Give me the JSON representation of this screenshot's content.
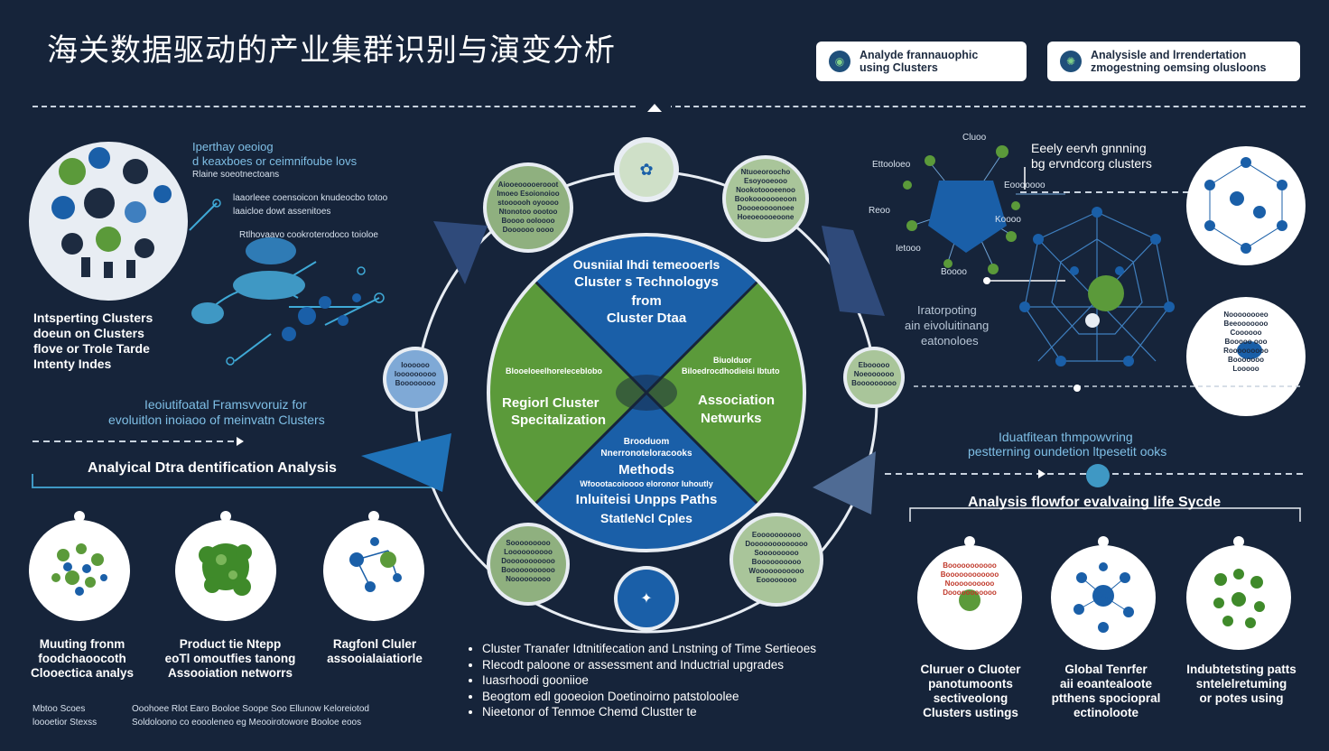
{
  "title": "海关数据驱动的产业集群识别与演变分析",
  "header_pills": [
    {
      "icon": "cluster-icon",
      "text": "Analyde frannauophic\nusing Clusters"
    },
    {
      "icon": "globe-icon",
      "text": "Analysisle and lrrendertation\nzmogestning oemsing olusloons"
    }
  ],
  "left": {
    "top_desc_1": "Iperthay oeoiog",
    "top_desc_2": "d  keaxboes or ceimnifoube lovs",
    "top_desc_3": "Rlaine soeotnectoans",
    "net_labels": [
      "laaorleee coensoicon knudeocbo totoo",
      "laaicloe dowt assenitoes",
      "Rtlhovaavo cookroterodoco toioloe"
    ],
    "interp_1": "Intsperting Clusters",
    "interp_2": "doeun on Clusters",
    "interp_3": "flove or Trole Tarde",
    "interp_4": "Intenty Indes",
    "framework_1": "Ieoiutifoatal Framsvvoruiz for",
    "framework_2": "evoluitlon inoiaoo of meinvatn Clusters",
    "section_title": "Analyical Dtra dentification Analysis",
    "captions": [
      "Muuting fronm\nfoodchaoocoth\nClooectica analys",
      "Product tie Ntepp\neoTl omoutfies tanong\nAssooiation networrs",
      "Ragfonl Cluler\nassooialaiatiorle"
    ],
    "footer_a_1": "Mbtoo Scoes",
    "footer_a_2": "loooetior Stexss",
    "footer_b_1": "Ooohoee Rlot Earo  Booloe Soope Soo  Ellunow Keloreiotod",
    "footer_b_2": "Soldoloono co eoooleneo eg Meooirotowore Booloe eoos"
  },
  "center": {
    "top_title": "Ousniial Ihdi temeooerls",
    "top_1": "Cluster s Technologys",
    "top_2": "from",
    "top_3": "Cluster Dtaa",
    "left_small": "Blooeloeelhoreleceblobo",
    "left_1": "Regiorl Cluster",
    "left_2": "Specitalization",
    "right_small": "Biuolduor",
    "right_small_2": "Biloedrocdhodieisi Ibtuto",
    "right_1": "Association",
    "right_2": "Netwurks",
    "bottom_small_1": "Brooduom",
    "bottom_small_2": "Nnerronoteloracooks",
    "bottom_1": "Methods",
    "bottom_small_3": "Wfoootacoioooo eloronor Iuhoutly",
    "bottom_2": "Inluiteisi Unpps Paths",
    "bottom_3": "StatleNcl Cples",
    "nodes": {
      "n_left_top": "Aiooeooooerooot\nImoeo Esoionoioo\nstoooooh oyoooo\nNtonotoo oootoo\nBoooo ooloooo\nDoooooo oooo",
      "n_right_top": "Ntuoeoroocho\nEsoyooeooo\nNookotoooeenoo\nBookooooooeoon\nDoooeoooonoee\nHoeoeoooeoone",
      "n_left_mid": "Ioooooo\nIooooooooo\nBoooooooo",
      "n_right_mid": "Ebooooo\nNoeoooooo\nBooooooooo",
      "n_left_bot": "Sooooooooo\nLoooooooooo\nDooooooooooo\nBooooooooooo\nNooooooooo",
      "n_right_bot": "Eoooooooooo\nDooooooooooooo\nSooooooooo\nBoooooooooo\nWooooooooooo\nEoooooooo"
    },
    "bullets": [
      "Cluster Tranafer Idtnitifecation and Lnstning of Time Sertieoes",
      "Rlecodt  paloone or assessment and Inductrial upgrades",
      "Iuasrhoodi gooniioe",
      "Beogtom edl  gooeoion Doetinoirno patstoloolee",
      "Nieetonor of Tenmoe Chemd Clustter te"
    ]
  },
  "right": {
    "early_1": "Eeely eervh gnnning",
    "early_2": "bg ervndcorg clusters",
    "graph_labels": [
      "Cluoo",
      "Ettooloeo",
      "Reoo",
      "Koooo",
      "Ietooo",
      "Boooo",
      "Eooooooo"
    ],
    "interp_1": "Iratorpoting",
    "interp_2": "ain eivoluitinang",
    "interp_3": "eatonoloes",
    "node_right": "Noooooooeo\nBeeooooooo\nCoooooo\nBooooo ooo\nRooooooooo\nBooooooo\nLooooo",
    "induct_1": "Iduatfitean thmpowvring",
    "induct_2": "pestterning oundetion ltpesetit ooks",
    "section_title": "Analysis flowfor evalvaing life Sycde",
    "node_red": "Booooooooooo\nBoooooooooooo\nNoooooooooo\nDooooooooooo",
    "captions": [
      "Cluruer o Cluoter\npanotumoonts\nsectiveolong\nClusters ustings",
      "Global Tenrfer\naii eoantealoote\nptthens spociopral\nectinoloote",
      "Indubtetsting patts\nsntelelretuming\nor potes using"
    ]
  },
  "colors": {
    "background": "#16243a",
    "blue": "#1a5fa8",
    "green": "#5b9a3a",
    "light_green": "#a9c59a",
    "accent_blue": "#7fbfe6"
  }
}
